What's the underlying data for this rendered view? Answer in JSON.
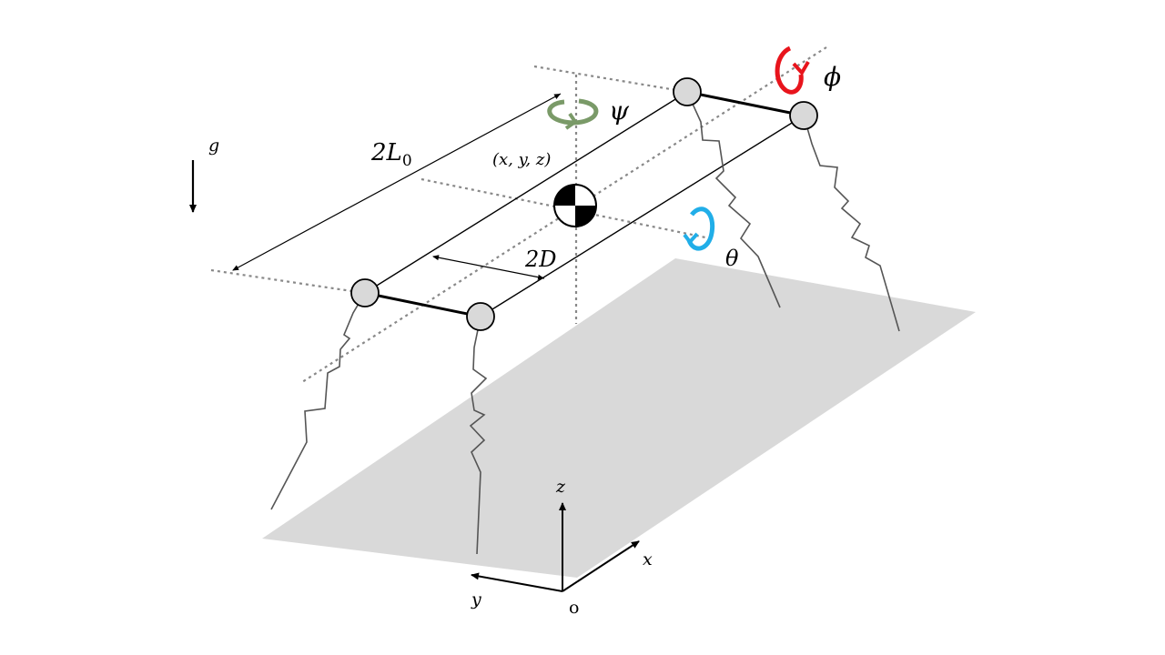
{
  "labels": {
    "gravity": "g",
    "length": "2L",
    "length_sub": "0",
    "width": "2D",
    "com_position": "(x, y, z)",
    "yaw": "ψ",
    "roll": "ϕ",
    "pitch": "θ",
    "axis_x": "x",
    "axis_y": "y",
    "axis_z": "z",
    "origin": "o"
  },
  "colors": {
    "yaw_arrow": "#7a9a68",
    "roll_arrow": "#e8141c",
    "pitch_arrow": "#21aee8",
    "ground": "#d9d9d9",
    "joint": "#d9d9d9",
    "axis_dotted": "#888888",
    "leg_spring": "#555555"
  },
  "icons": {
    "center_of_mass": "center-of-mass-icon"
  }
}
